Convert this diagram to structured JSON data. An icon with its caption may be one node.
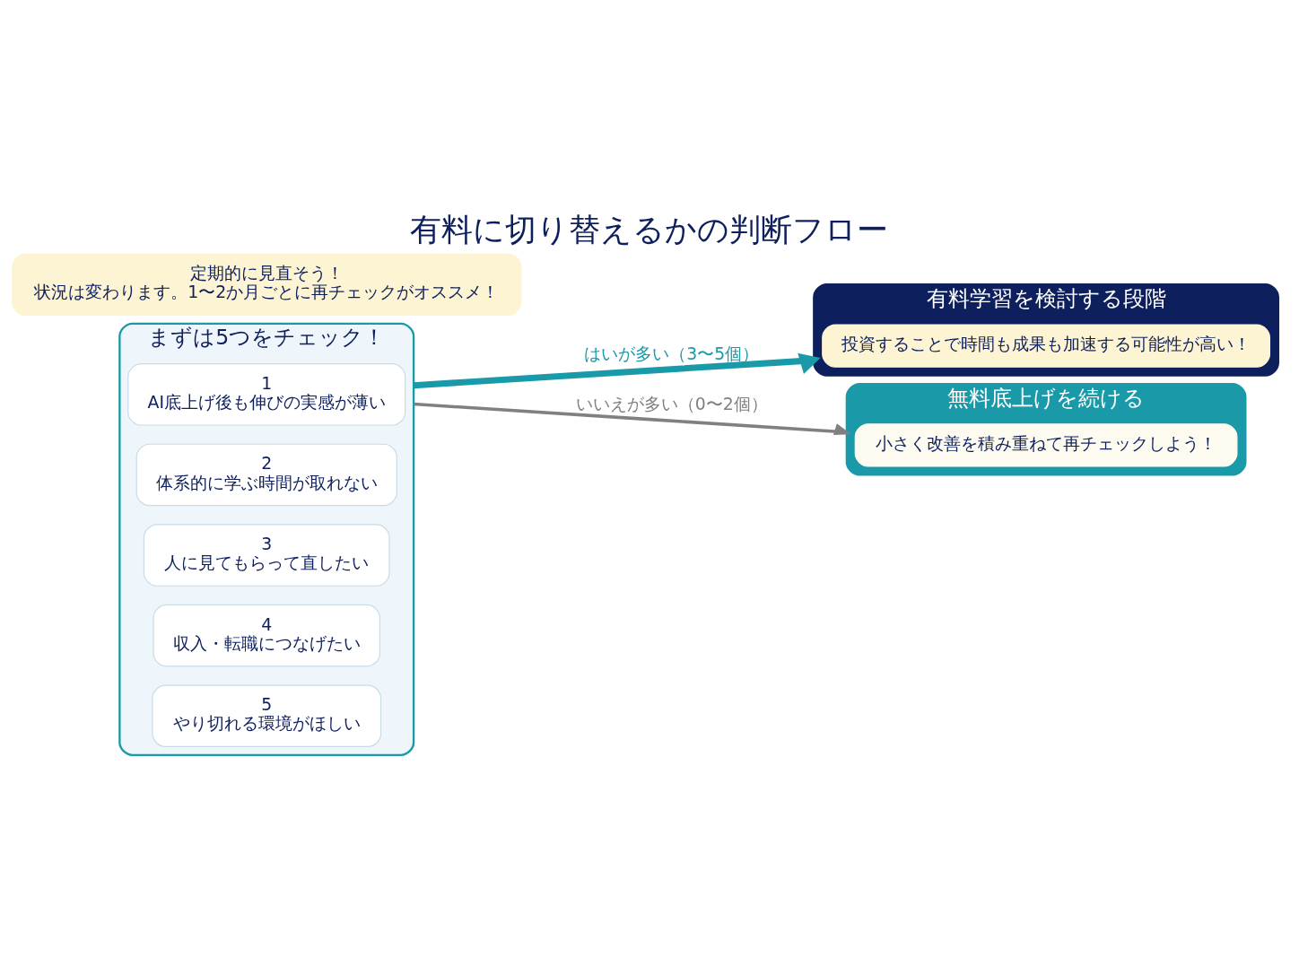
{
  "diagram": {
    "title": "有料に切り替えるかの判断フロー",
    "nodes": [
      {
        "text": [
          "まずは5つをチェック！"
        ]
      },
      {
        "text": [
          "1",
          "AI底上げ後も伸びの実感が薄い"
        ],
        "in": 0
      },
      {
        "text": [
          "2",
          "体系的に学ぶ時間が取れない"
        ],
        "in": 0
      },
      {
        "text": [
          "3",
          "人に見てもらって直したい"
        ],
        "in": 0
      },
      {
        "text": [
          "4",
          "収入・転職につなげたい"
        ],
        "in": 0
      },
      {
        "text": [
          "5",
          "やり切れる環境がほしい"
        ],
        "in": 0
      },
      {
        "text": [
          "有料学習を検討する段階"
        ]
      },
      {
        "text": [
          "投資することで時間も成果も加速する可能性が高い！"
        ],
        "in": 6
      },
      {
        "text": [
          "無料底上げを続ける"
        ]
      },
      {
        "text": [
          "小さく改善を積み重ねて再チェックしよう！"
        ],
        "in": 8
      },
      {
        "text": [
          "定期的に見直そう！",
          "状況は変わります。1〜2か月ごとに再チェックがオススメ！"
        ]
      }
    ],
    "edges": [
      {
        "from": 0,
        "to": 6,
        "arrow": "to",
        "label": "はいが多い（3〜5個）",
        "style": "thick",
        "color": "#1a9aa8"
      },
      {
        "from": 0,
        "to": 8,
        "arrow": "to",
        "label": "いいえが多い（0〜2個）",
        "color": "#808080"
      }
    ]
  }
}
